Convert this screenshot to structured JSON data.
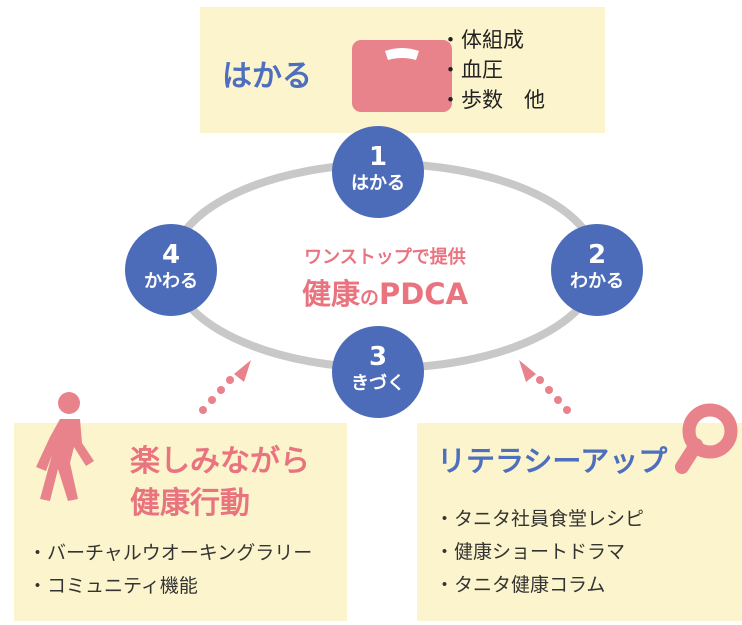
{
  "colors": {
    "node_blue": "#4c6cb9",
    "pink": "#e9747f",
    "box_cream": "#fbf4cc",
    "ring_gray": "#c8c8c8"
  },
  "measure_box": {
    "title": "はかる",
    "icon": "scale-icon",
    "items": [
      "・体組成",
      "・血圧",
      "・歩数　他"
    ]
  },
  "cycle": {
    "center_subtitle": "ワンストップで提供",
    "center_title_a": "健康",
    "center_title_b": "の",
    "center_title_c": "PDCA",
    "nodes": [
      {
        "number": "1",
        "label": "はかる"
      },
      {
        "number": "2",
        "label": "わかる"
      },
      {
        "number": "3",
        "label": "きづく"
      },
      {
        "number": "4",
        "label": "かわる"
      }
    ]
  },
  "action_box": {
    "icon": "walking-person-icon",
    "title_line1": "楽しみながら",
    "title_line2": "健康行動",
    "items": [
      "・バーチャルウオーキングラリー",
      "・コミュニティ機能"
    ]
  },
  "literacy_box": {
    "title": "リテラシーアップ",
    "icon": "magnifier-icon",
    "items": [
      "・タニタ社員食堂レシピ",
      "・健康ショートドラマ",
      "・タニタ健康コラム"
    ]
  }
}
